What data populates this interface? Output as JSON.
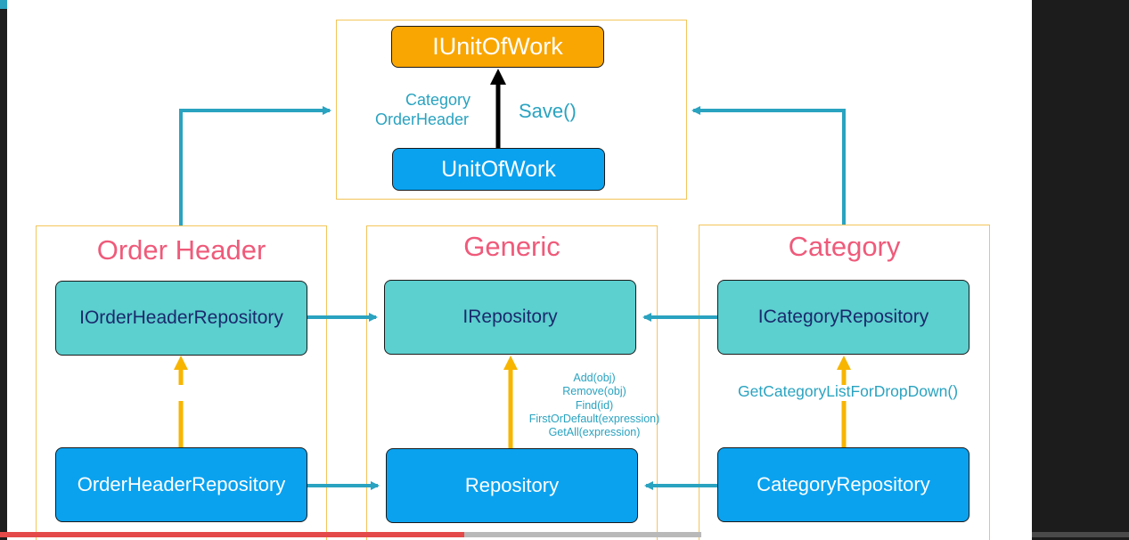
{
  "diagram": {
    "top": {
      "interface": "IUnitOfWork",
      "implementation": "UnitOfWork",
      "properties": [
        "Category",
        "OrderHeader"
      ],
      "method": "Save()"
    },
    "columns": {
      "order_header": {
        "title": "Order Header",
        "interface": "IOrderHeaderRepository",
        "implementation": "OrderHeaderRepository"
      },
      "generic": {
        "title": "Generic",
        "interface": "IRepository",
        "implementation": "Repository",
        "methods": [
          "Add(obj)",
          "Remove(obj)",
          "Find(id)",
          "FirstOrDefault(expression)",
          "GetAll(expression)"
        ]
      },
      "category": {
        "title": "Category",
        "interface": "ICategoryRepository",
        "implementation": "CategoryRepository",
        "method": "GetCategoryListForDropDown()"
      }
    }
  },
  "colors": {
    "accent": "#2aa3c0",
    "heading": "#ef5a7a",
    "interface_box": "#5ccfcf",
    "impl_box": "#0aa2ef",
    "unit_box": "#f9a602",
    "frame": "#f3c55a",
    "dashed_arrow": "#f7b500"
  },
  "video": {
    "progress": 0.45
  }
}
